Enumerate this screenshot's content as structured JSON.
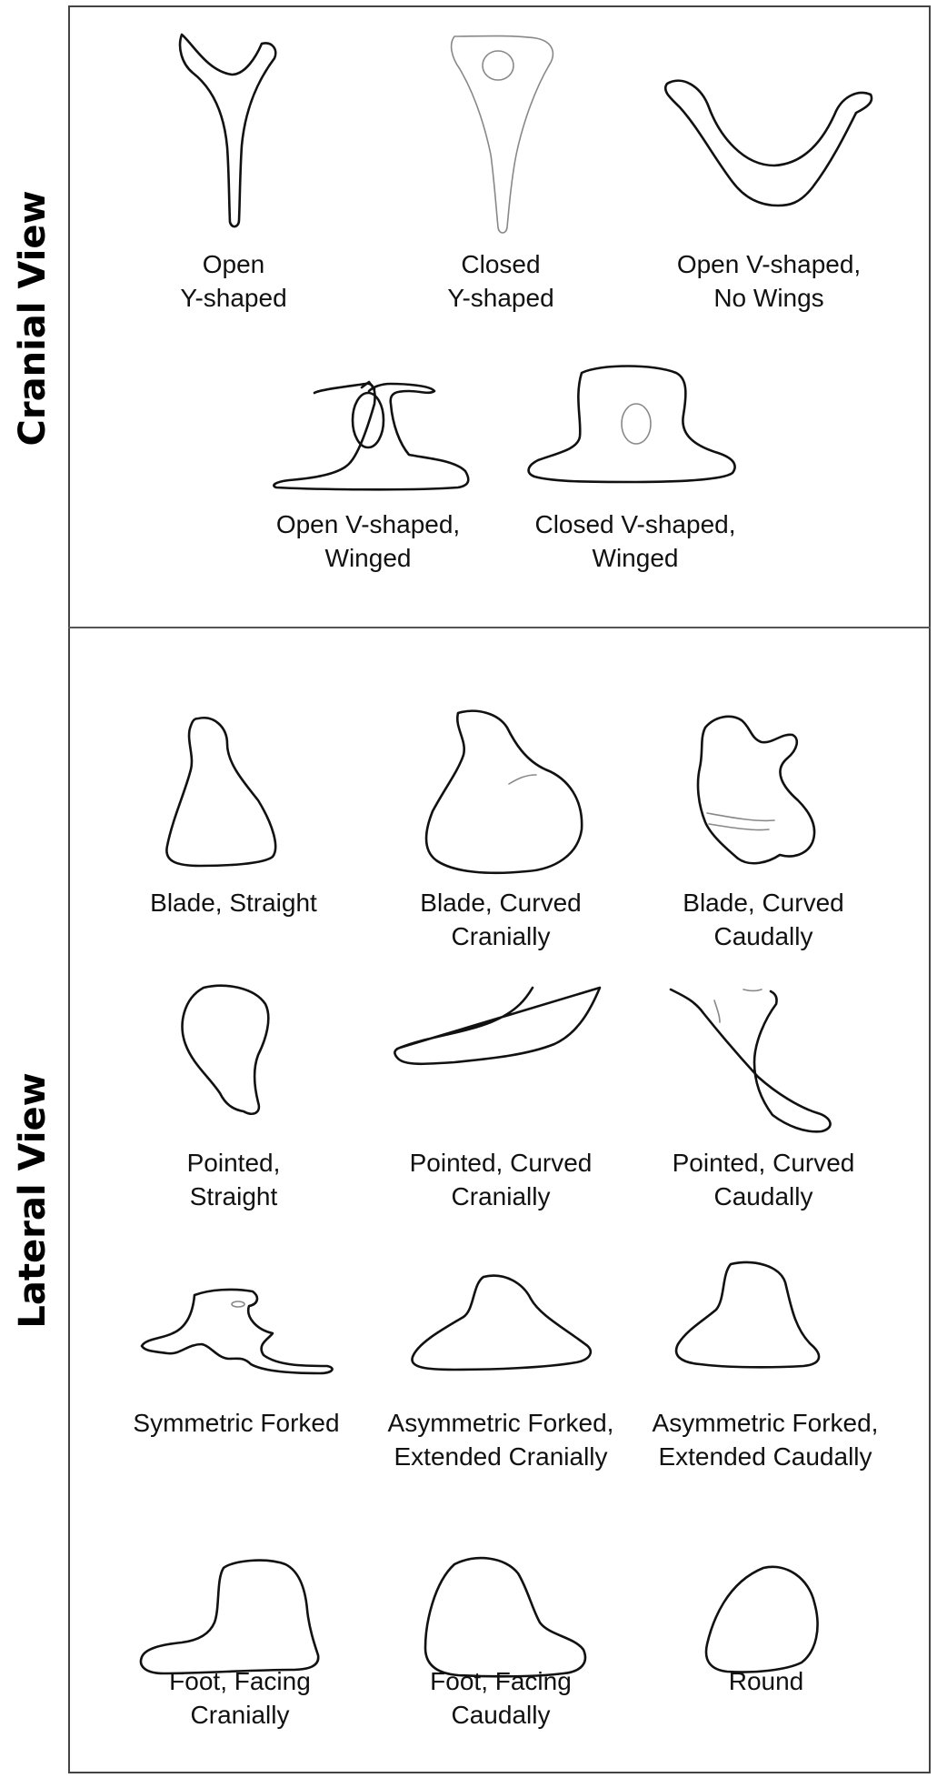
{
  "sections": {
    "cranial": {
      "label": "Cranial View"
    },
    "lateral": {
      "label": "Lateral View"
    }
  },
  "shapes": [
    {
      "icon": "open-y-shaped-icon",
      "lines": [
        "Open",
        "Y-shaped"
      ]
    },
    {
      "icon": "closed-y-shaped-icon",
      "lines": [
        "Closed",
        "Y-shaped"
      ]
    },
    {
      "icon": "open-v-shaped-no-wings-icon",
      "lines": [
        "Open V-shaped,",
        "No Wings"
      ]
    },
    {
      "icon": "open-v-shaped-winged-icon",
      "lines": [
        "Open V-shaped,",
        "Winged"
      ]
    },
    {
      "icon": "closed-v-shaped-winged-icon",
      "lines": [
        "Closed V-shaped,",
        "Winged"
      ]
    },
    {
      "icon": "blade-straight-icon",
      "lines": [
        "Blade, Straight"
      ]
    },
    {
      "icon": "blade-curved-cranially-icon",
      "lines": [
        "Blade, Curved",
        "Cranially"
      ]
    },
    {
      "icon": "blade-curved-caudally-icon",
      "lines": [
        "Blade, Curved",
        "Caudally"
      ]
    },
    {
      "icon": "pointed-straight-icon",
      "lines": [
        "Pointed,",
        "Straight"
      ]
    },
    {
      "icon": "pointed-curved-cranially-icon",
      "lines": [
        "Pointed, Curved",
        "Cranially"
      ]
    },
    {
      "icon": "pointed-curved-caudally-icon",
      "lines": [
        "Pointed, Curved",
        "Caudally"
      ]
    },
    {
      "icon": "symmetric-forked-icon",
      "lines": [
        "Symmetric Forked"
      ]
    },
    {
      "icon": "asymmetric-forked-extended-cranially-icon",
      "lines": [
        "Asymmetric Forked,",
        "Extended Cranially"
      ]
    },
    {
      "icon": "asymmetric-forked-extended-caudally-icon",
      "lines": [
        "Asymmetric Forked,",
        "Extended Caudally"
      ]
    },
    {
      "icon": "foot-facing-cranially-icon",
      "lines": [
        "Foot, Facing",
        "Cranially"
      ]
    },
    {
      "icon": "foot-facing-caudally-icon",
      "lines": [
        "Foot, Facing",
        "Caudally"
      ]
    },
    {
      "icon": "round-icon",
      "lines": [
        "Round"
      ]
    }
  ]
}
